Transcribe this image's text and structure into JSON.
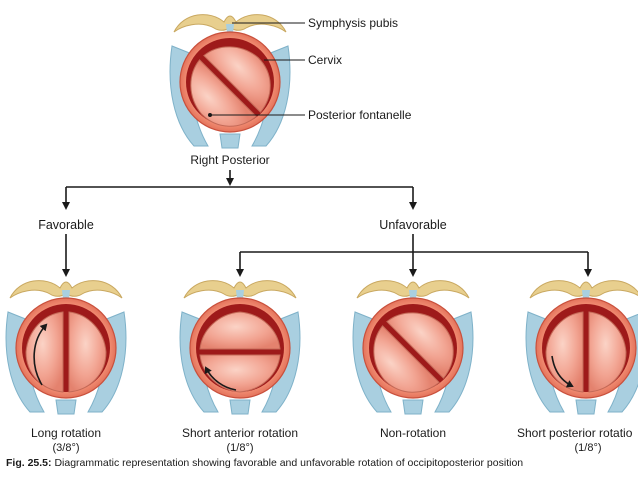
{
  "top_labels": {
    "symphysis": "Symphysis pubis",
    "cervix": "Cervix",
    "fontanelle": "Posterior fontanelle",
    "position": "Right Posterior"
  },
  "branches": {
    "favorable": "Favorable",
    "unfavorable": "Unfavorable"
  },
  "outcomes": [
    {
      "name": "Long rotation",
      "amount": "(3/8°)"
    },
    {
      "name": "Short anterior rotation",
      "amount": "(1/8°)"
    },
    {
      "name": "Non-rotation",
      "amount": ""
    },
    {
      "name": "Short posterior rotatio",
      "amount": "(1/8°)"
    }
  ],
  "caption": {
    "figure": "Fig. 25.5:",
    "text": "Diagrammatic representation showing favorable and unfavorable rotation of occipitoposterior position"
  },
  "colors": {
    "bone": "#a9cfe0",
    "pubis": "#e8cf8e",
    "ring": "#e8735c",
    "head": "#f2a492",
    "suture": "#9e1a1a"
  }
}
